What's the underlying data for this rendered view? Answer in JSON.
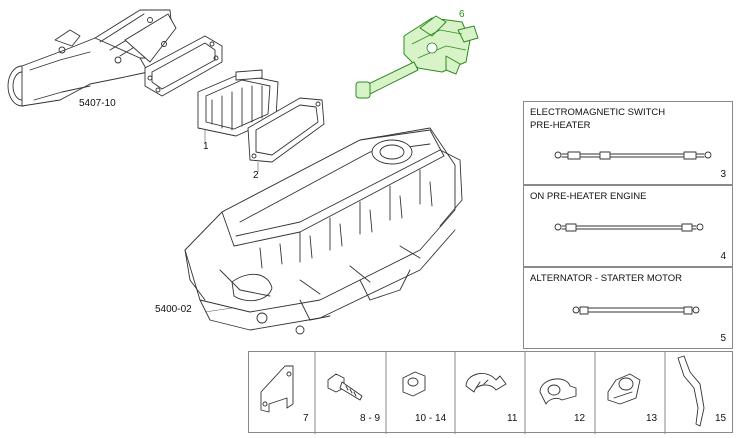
{
  "labels": {
    "intake_manifold": "5407-10",
    "engine": "5400-02",
    "gasket_1": "1",
    "gasket_2": "2",
    "heater": "6"
  },
  "panels": [
    {
      "title_line1": "ELECTROMAGNETIC SWITCH",
      "title_line2": "PRE-HEATER",
      "number": "3"
    },
    {
      "title_line1": "ON PRE-HEATER ENGINE",
      "title_line2": "",
      "number": "4"
    },
    {
      "title_line1": "ALTERNATOR - STARTER MOTOR",
      "title_line2": "",
      "number": "5"
    }
  ],
  "parts": [
    "7",
    "8 - 9",
    "10 - 14",
    "11",
    "12",
    "13",
    "15"
  ],
  "colors": {
    "highlight": "#2e8b22",
    "highlight_fill": "#d8f3c8",
    "border": "#8a8a8a"
  }
}
